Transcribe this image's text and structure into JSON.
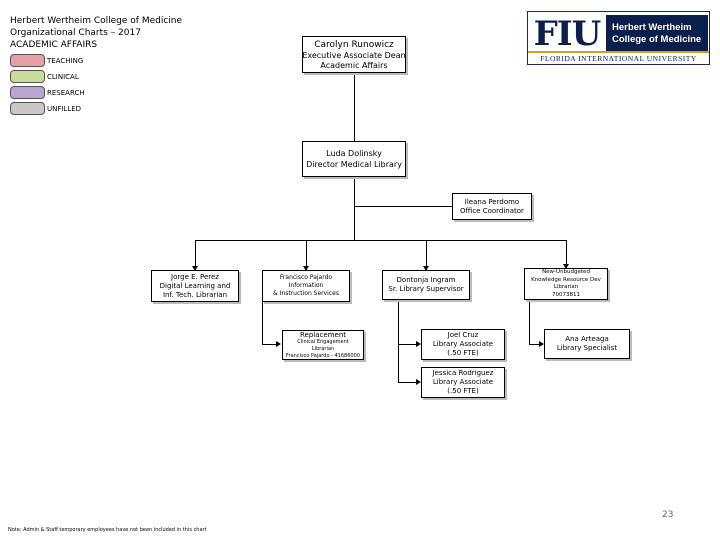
{
  "header": {
    "title_lines": [
      "Herbert Wertheim College of Medicine",
      "Organizational Charts – 2017",
      "ACADEMIC AFFAIRS"
    ]
  },
  "legend": [
    {
      "label": "TEACHING",
      "color": "#e8a0a8"
    },
    {
      "label": "CLINICAL",
      "color": "#c8dc9c"
    },
    {
      "label": "RESEARCH",
      "color": "#b7a6d2"
    },
    {
      "label": "UNFILLED",
      "color": "#c8c8c8"
    }
  ],
  "logo": {
    "mark": "FIU",
    "line1": "Herbert Wertheim",
    "line2": "College of Medicine",
    "university": "FLORIDA INTERNATIONAL UNIVERSITY"
  },
  "nodes": {
    "dean": {
      "lines": [
        "Carolyn Runowicz",
        "Executive Associate Dean",
        "Academic Affairs"
      ]
    },
    "director": {
      "lines": [
        "Luda Dolinsky",
        "Director Medical Library"
      ]
    },
    "coordinator": {
      "lines": [
        "Ileana Perdomo",
        "Office Coordinator"
      ]
    },
    "perez": {
      "lines": [
        "Jorge E. Perez",
        "Digital Learning and",
        "Inf. Tech. Librarian"
      ]
    },
    "pajardo": {
      "lines": [
        "Francisco Pajardo",
        "Information",
        "& Instruction Services"
      ]
    },
    "ingram": {
      "lines": [
        "Dontonja Ingram",
        "Sr. Library Supervisor"
      ]
    },
    "newunbudgeted": {
      "lines": [
        "New-Unbudgeted",
        "Knowledge Resource Dev",
        "Librarian",
        "70073811"
      ]
    },
    "replacement": {
      "lines": [
        "Replacement",
        "Clinical Engagement",
        "Librarian",
        "Francisco Pajardo - 41686000"
      ]
    },
    "cruz": {
      "lines": [
        "Joel Cruz",
        "Library Associate",
        "(.50 FTE)"
      ]
    },
    "arteaga": {
      "lines": [
        "Ana Arteaga",
        "Library Specialist"
      ]
    },
    "rodriguez": {
      "lines": [
        "Jessica Rodriguez",
        "Library Associate",
        "(.50 FTE)"
      ]
    }
  },
  "page_number": "23",
  "footnote": "Note: Admin & Staff temporary employees have not been included in this chart"
}
